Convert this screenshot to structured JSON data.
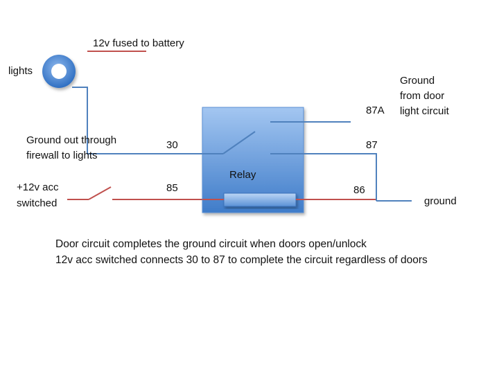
{
  "labels": {
    "battery": "12v fused to battery",
    "lights": "lights",
    "ground_out_line1": "Ground out through",
    "ground_out_line2": "firewall to lights",
    "acc_line1": "+12v acc",
    "acc_line2": "switched",
    "pin_30": "30",
    "pin_85": "85",
    "pin_87a": "87A",
    "pin_87": "87",
    "pin_86": "86",
    "relay": "Relay",
    "door_ground_line1": "Ground",
    "door_ground_line2": "from door",
    "door_ground_line3": "light circuit",
    "ground": "ground"
  },
  "notes": {
    "line1": "Door circuit completes the ground circuit when doors open/unlock",
    "line2": "12v acc switched connects 30 to 87 to complete the circuit regardless of doors"
  },
  "colors": {
    "positive_wire": "#c0504d",
    "ground_wire": "#4f81bd",
    "relay_fill_top": "#9cc0ee",
    "relay_fill_bottom": "#4a86d0"
  }
}
